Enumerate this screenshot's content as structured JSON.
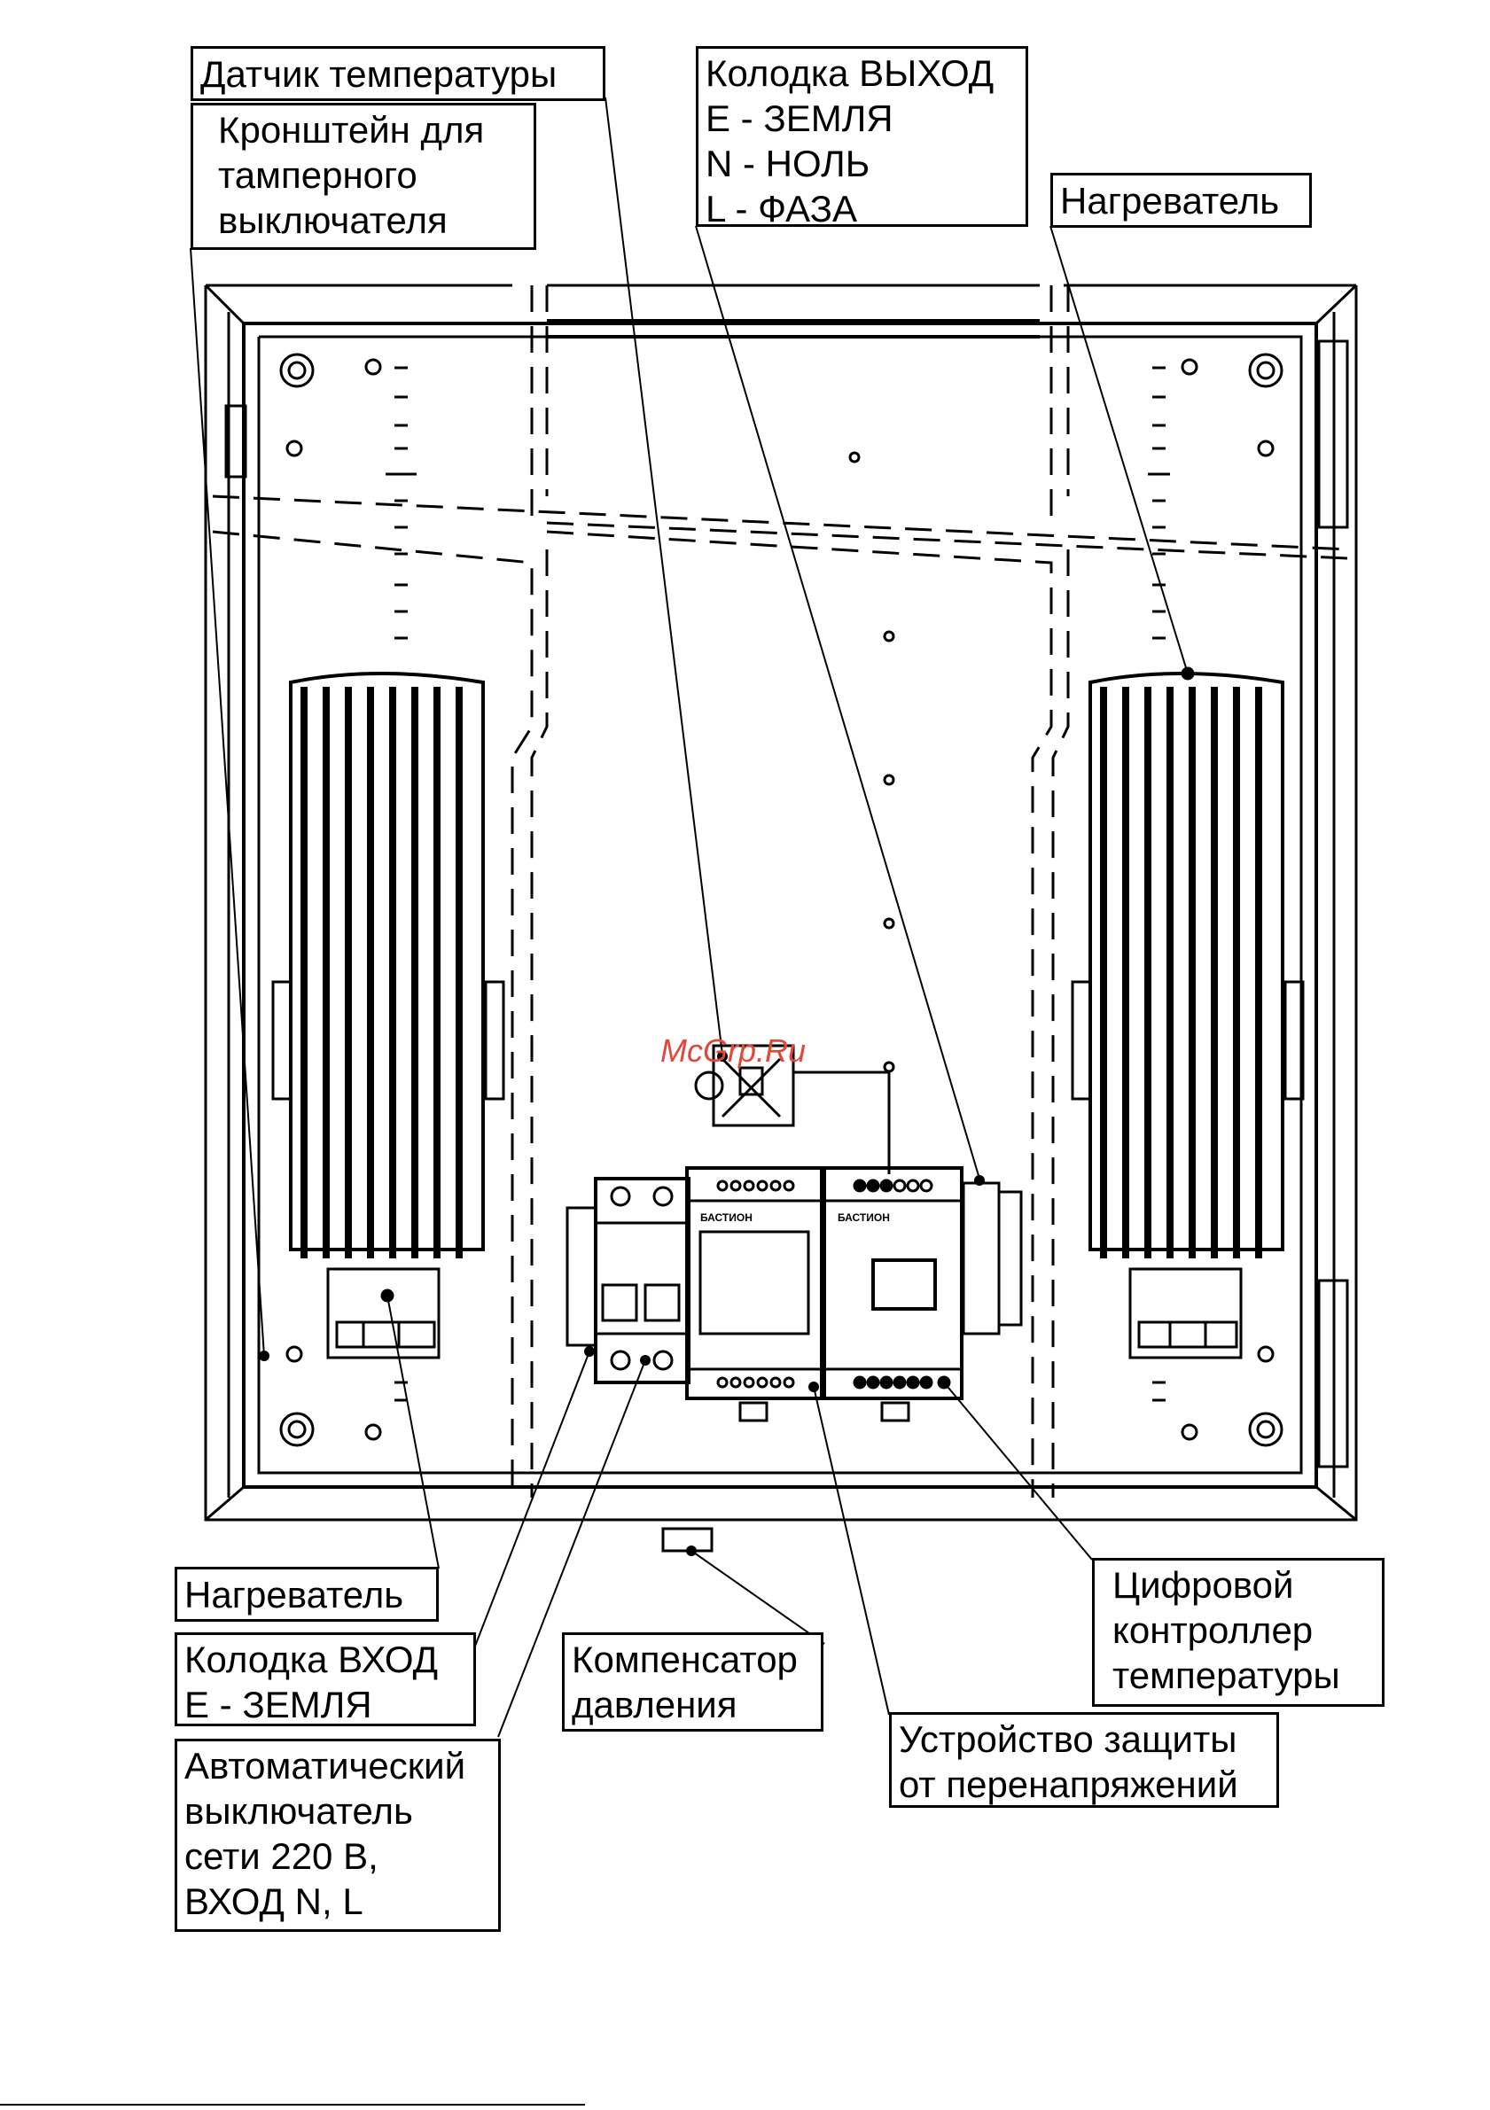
{
  "labels": {
    "temp_sensor": [
      "Датчик температуры"
    ],
    "tamper_bracket": [
      "Кронштейн для",
      "тамперного",
      "выключателя"
    ],
    "output_terminal": [
      "Колодка ВЫХОД",
      "E - ЗЕМЛЯ",
      "N - НОЛЬ",
      "L - ФАЗА"
    ],
    "heater_top": [
      "Нагреватель"
    ],
    "heater_bottom": [
      "Нагреватель"
    ],
    "input_terminal": [
      "Колодка ВХОД",
      "E - ЗЕМЛЯ"
    ],
    "circuit_breaker": [
      "Автоматический",
      "выключатель",
      "сети 220 В,",
      "ВХОД N, L"
    ],
    "pressure_compensator": [
      "Компенсатор",
      "давления"
    ],
    "digital_controller": [
      "Цифровой",
      "контроллер",
      "температуры"
    ],
    "surge_protector": [
      "Устройство защиты",
      "от перенапряжений"
    ]
  },
  "device_brand": "БАСТИОН",
  "watermark": "McGrp.Ru",
  "colors": {
    "line": "#000000",
    "watermark": "#e0483a",
    "background": "#ffffff"
  }
}
